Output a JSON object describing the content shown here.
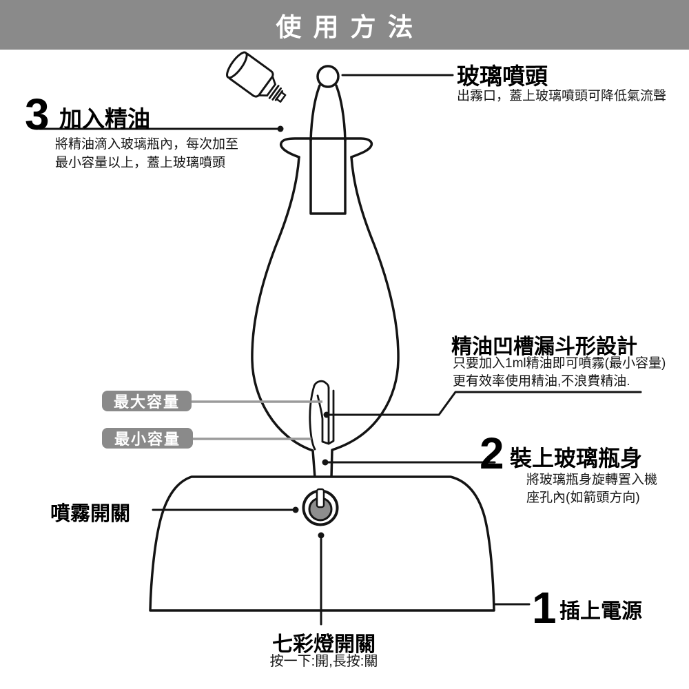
{
  "banner": {
    "title": "使用方法"
  },
  "colors": {
    "banner_bg": "#8a8a8a",
    "badge_bg": "#8a8a8a",
    "outline_ink": "#141414",
    "gray_leader_line": "#9b9b9b",
    "power_button_fill": "#8e8e8e",
    "text": "#111111",
    "background": "#ffffff"
  },
  "callouts": {
    "nozzle": {
      "title": "玻璃噴頭",
      "desc": "出霧口，蓋上玻璃噴頭可降低氣流聲"
    },
    "step3": {
      "number": "3",
      "title": "加入精油",
      "desc_line1": "將精油滴入玻璃瓶內，每次加至",
      "desc_line2": "最小容量以上，蓋上玻璃噴頭"
    },
    "max_capacity": {
      "label": "最大容量"
    },
    "min_capacity": {
      "label": "最小容量"
    },
    "funnel": {
      "title": "精油凹槽漏斗形設計",
      "desc_line1": "只要加入1ml精油即可噴霧(最小容量)",
      "desc_line2": "更有效率使用精油,不浪費精油."
    },
    "step2": {
      "number": "2",
      "title": "裝上玻璃瓶身",
      "desc_line1": "將玻璃瓶身旋轉置入機",
      "desc_line2": "座孔內(如箭頭方向)"
    },
    "mist_switch": {
      "label": "噴霧開關"
    },
    "step1": {
      "number": "1",
      "title": "插上電源"
    },
    "light_switch": {
      "title": "七彩燈開關",
      "desc": "按一下:開,長按:關"
    }
  }
}
